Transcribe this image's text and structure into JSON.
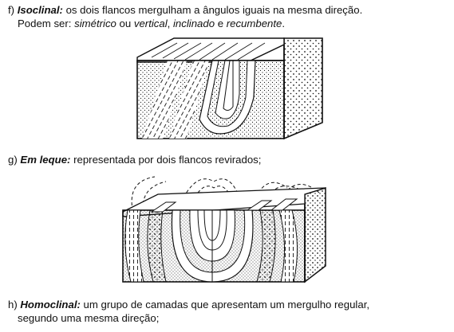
{
  "items": {
    "f": {
      "label": "f)",
      "term": "Isoclinal",
      "colon": ":",
      "text1": " os dois flancos mergulham a ângulos iguais na mesma direção.",
      "text2": "Podem ser: ",
      "e1": "simétrico",
      "s1": " ou ",
      "e2": "vertical",
      "s2": ", ",
      "e3": "inclinado",
      "s3": " e ",
      "e4": "recumbente",
      "s4": "."
    },
    "g": {
      "label": "g)",
      "term": "Em leque",
      "colon": ":",
      "text1": " representada por dois flancos revirados;"
    },
    "h": {
      "label": "h)",
      "term": "Homoclinal",
      "colon": ":",
      "text1": " um grupo de camadas que apresentam um mergulho regular,",
      "text2": "segundo uma mesma direção;"
    }
  },
  "colors": {
    "ink": "#111111",
    "background": "#ffffff"
  }
}
